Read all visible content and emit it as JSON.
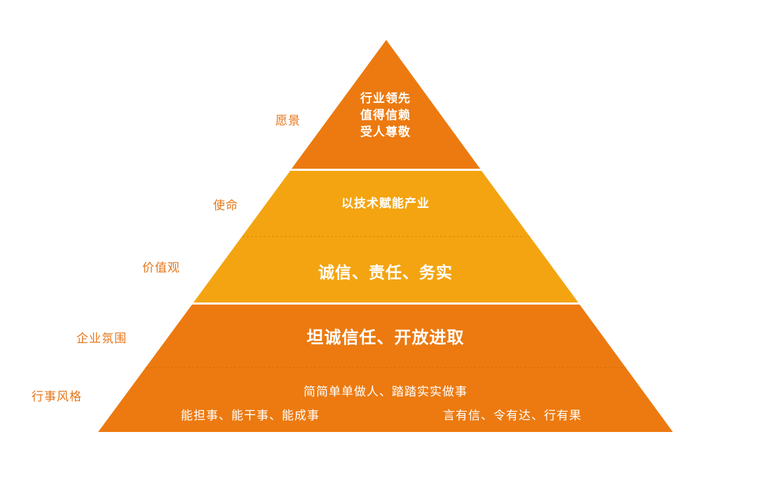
{
  "colors": {
    "tier_dark": "#ec7a10",
    "tier_light": "#f4a410",
    "side_label": "#e8761a",
    "text": "#ffffff"
  },
  "side_labels": {
    "vision": "愿景",
    "mission": "使命",
    "values": "价值观",
    "culture": "企业氛围",
    "style": "行事风格"
  },
  "tiers": {
    "vision_lines": [
      "行业领先",
      "值得信赖",
      "受人尊敬"
    ],
    "mission": "以技术赋能产业",
    "values": "诚信、责任、务实",
    "culture": "坦诚信任、开放进取",
    "style_center": "简简单单做人、踏踏实实做事",
    "style_left": "能担事、能干事、能成事",
    "style_right": "言有信、令有达、行有果"
  }
}
